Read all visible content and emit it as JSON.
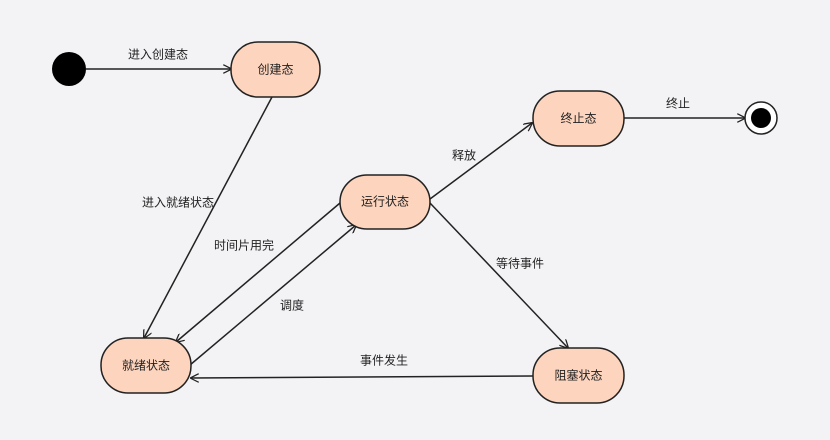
{
  "colors": {
    "background": "#f3f3f5",
    "state_fill": "#fdd4bd",
    "state_stroke": "#222222",
    "edge": "#222222",
    "initial": "#000000"
  },
  "states": {
    "created": "创建态",
    "ready": "就绪状态",
    "running": "运行状态",
    "blocked": "阻塞状态",
    "terminated": "终止态"
  },
  "edges": {
    "enter_created": "进入创建态",
    "enter_ready": "进入就绪状态",
    "timeslice_done": "时间片用完",
    "schedule": "调度",
    "release": "释放",
    "wait_event": "等待事件",
    "event_occurs": "事件发生",
    "terminate": "终止"
  }
}
